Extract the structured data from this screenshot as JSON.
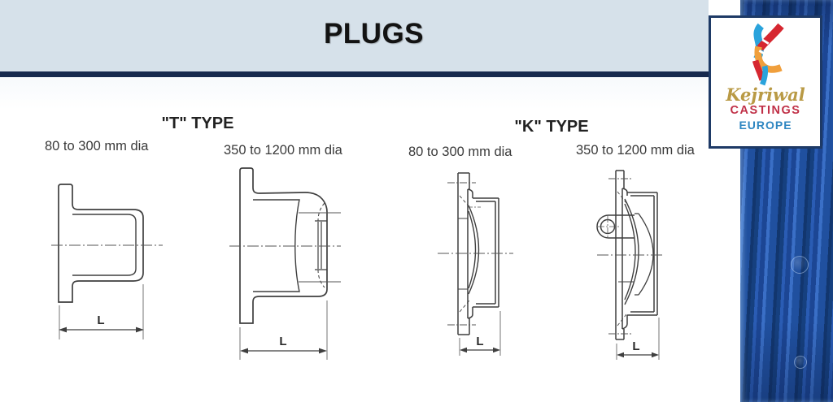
{
  "title": "PLUGS",
  "logo": {
    "script_name": "Kejriwal",
    "castings": "CASTINGS",
    "europe": "EUROPE"
  },
  "sections": {
    "t_type": {
      "heading": "\"T\" TYPE",
      "small": {
        "size_label": "80 to 300 mm dia",
        "dim_label": "L"
      },
      "large": {
        "size_label": "350 to 1200 mm dia",
        "dim_label": "L"
      }
    },
    "k_type": {
      "heading": "\"K\" TYPE",
      "small": {
        "size_label": "80 to 300 mm dia",
        "dim_label": "L"
      },
      "large": {
        "size_label": "350 to 1200 mm dia",
        "dim_label": "L"
      }
    }
  },
  "colors": {
    "header_band": "#d6e1ea",
    "header_rule": "#16294e",
    "logo_border": "#1e3a66",
    "logo_gold": "#b99a45",
    "logo_red": "#c03047",
    "logo_blue": "#2e86c1",
    "ribbon_blue": "#2aa3dc",
    "ribbon_red": "#d62730",
    "ribbon_orange": "#f09f3c",
    "strip_blue": "#2456a8",
    "drawing_line": "#3f3f3f"
  }
}
